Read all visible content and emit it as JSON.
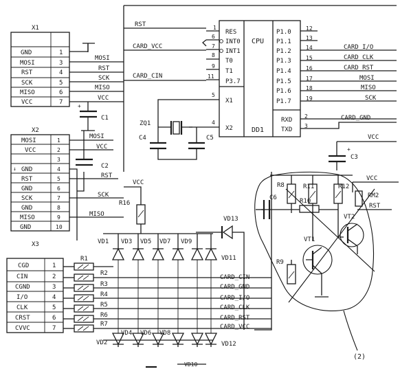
{
  "cpu": {
    "title": "CPU",
    "designator": "DD1",
    "left_pins": [
      {
        "num": "1",
        "name": "RES"
      },
      {
        "num": "6",
        "name": "INT0"
      },
      {
        "num": "7",
        "name": "INT1"
      },
      {
        "num": "8",
        "name": "T0"
      },
      {
        "num": "9",
        "name": "T1"
      },
      {
        "num": "11",
        "name": "P3.7"
      },
      {
        "num": "5",
        "name": "X1"
      },
      {
        "num": "4",
        "name": "X2"
      }
    ],
    "right_pins": [
      {
        "num": "12",
        "name": "P1.0"
      },
      {
        "num": "13",
        "name": "P1.1"
      },
      {
        "num": "14",
        "name": "P1.2"
      },
      {
        "num": "15",
        "name": "P1.3"
      },
      {
        "num": "16",
        "name": "P1.4"
      },
      {
        "num": "17",
        "name": "P1.5"
      },
      {
        "num": "18",
        "name": "P1.6"
      },
      {
        "num": "19",
        "name": "P1.7"
      },
      {
        "num": "2",
        "name": "RXD"
      },
      {
        "num": "3",
        "name": "TXD"
      }
    ]
  },
  "top_nets": [
    "RST",
    "CARD_VCC",
    "CARD_CIN"
  ],
  "right_nets": [
    "CARD_I/O",
    "CARD_CLK",
    "CARD_RST",
    "MOSI",
    "MISO",
    "SCK",
    "CARD_GND",
    "VCC",
    "VCC",
    "RST"
  ],
  "x1": {
    "title": "X1",
    "pins": [
      {
        "name": "GND",
        "num": "1"
      },
      {
        "name": "MOSI",
        "num": "3"
      },
      {
        "name": "RST",
        "num": "4"
      },
      {
        "name": "SCK",
        "num": "5"
      },
      {
        "name": "MISO",
        "num": "6"
      },
      {
        "name": "VCC",
        "num": "7"
      }
    ],
    "nets": [
      "MOSI",
      "RST",
      "SCK",
      "MISO",
      "VCC"
    ]
  },
  "x2": {
    "title": "X2",
    "pins": [
      {
        "name": "MOSI",
        "num": "1"
      },
      {
        "name": "VCC",
        "num": "2"
      },
      {
        "name": "",
        "num": "3"
      },
      {
        "name": "GND",
        "num": "4"
      },
      {
        "name": "RST",
        "num": "5"
      },
      {
        "name": "GND",
        "num": "6"
      },
      {
        "name": "SCK",
        "num": "7"
      },
      {
        "name": "GND",
        "num": "8"
      },
      {
        "name": "MISO",
        "num": "9"
      },
      {
        "name": "GND",
        "num": "10"
      }
    ],
    "nets": [
      "MOSI",
      "VCC",
      "RST",
      "SCK",
      "MISO"
    ]
  },
  "x3": {
    "title": "X3",
    "pins": [
      {
        "name": "CGD",
        "num": "1"
      },
      {
        "name": "CIN",
        "num": "2"
      },
      {
        "name": "CGND",
        "num": "3"
      },
      {
        "name": "I/O",
        "num": "4"
      },
      {
        "name": "CLK",
        "num": "5"
      },
      {
        "name": "CRST",
        "num": "6"
      },
      {
        "name": "CVVC",
        "num": "7"
      }
    ]
  },
  "parts": {
    "c1": "C1",
    "c2": "C2",
    "c3": "C3",
    "c4": "C4",
    "c5": "C5",
    "c6": "C6",
    "zq1": "ZQ1",
    "r1": "R1",
    "r2": "R2",
    "r3": "R3",
    "r4": "R4",
    "r5": "R5",
    "r6": "R6",
    "r7": "R7",
    "r8": "R8",
    "r9": "R9",
    "r10": "R10",
    "r11": "R11",
    "r12": "R12",
    "rm2": "RM2",
    "r16": "R16",
    "vt1": "VT1",
    "vt2": "VT2",
    "vd_top": [
      "VD1",
      "VD3",
      "VD5",
      "VD7",
      "VD9",
      "VD11"
    ],
    "vd_bot": [
      "VD2",
      "VD4",
      "VD6",
      "VD8",
      "VD12"
    ],
    "vd13": "VD13",
    "vcc_r16": "VCC",
    "c3_plus": "+",
    "c1_plus": "+",
    "x2_arrow": "↓",
    "bottom_cut": "VD10"
  },
  "card_nets": [
    "CARD_CIN",
    "CARD_GND",
    "CARD_I/O",
    "CARD_CLK",
    "CARD_RST",
    "CARD_VCC"
  ],
  "annotation": "(2)"
}
